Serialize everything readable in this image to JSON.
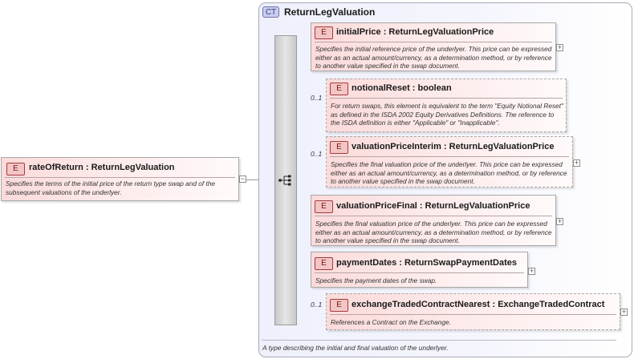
{
  "root_element": {
    "badge": "E",
    "name": "rateOfReturn",
    "type": "ReturnLegValuation",
    "documentation": "Specifies the terms of the initial price of the return type swap and of the subsequent valuations of the underlyer.",
    "collapse_symbol": "−"
  },
  "complex_type": {
    "badge": "CT",
    "name": "ReturnLegValuation",
    "documentation": "A type describing the initial and final valuation of the underlyer."
  },
  "child_elements": [
    {
      "badge": "E",
      "name": "initialPrice",
      "type": "ReturnLegValuationPrice",
      "cardinality": "",
      "documentation": "Specifies the initial reference price of the underlyer. This price can be expressed either as an actual amount/currency, as a determination method, or by reference to another value specified in the swap document.",
      "expand_symbol": "+"
    },
    {
      "badge": "E",
      "name": "notionalReset",
      "type": "boolean",
      "cardinality": "0..1",
      "documentation": "For return swaps, this element is equivalent to the term \"Equity Notional Reset\" as defined in the ISDA 2002 Equity Derivatives Definitions. The reference to the ISDA definition is either \"Applicable\" or \"Inapplicable\".",
      "expand_symbol": ""
    },
    {
      "badge": "E",
      "name": "valuationPriceInterim",
      "type": "ReturnLegValuationPrice",
      "cardinality": "0..1",
      "documentation": "Specifies the final valuation price of the underlyer. This price can be expressed either as an actual amount/currency, as a determination method, or by reference to another value specified in the swap document.",
      "expand_symbol": "+"
    },
    {
      "badge": "E",
      "name": "valuationPriceFinal",
      "type": "ReturnLegValuationPrice",
      "cardinality": "",
      "documentation": "Specifies the final valuation price of the underlyer. This price can be expressed either as an actual amount/currency, as a determination method, or by reference to another value specified in the swap document.",
      "expand_symbol": "+"
    },
    {
      "badge": "E",
      "name": "paymentDates",
      "type": "ReturnSwapPaymentDates",
      "cardinality": "",
      "documentation": "Specifies the payment dates of the swap.",
      "expand_symbol": "+"
    },
    {
      "badge": "E",
      "name": "exchangeTradedContractNearest",
      "type": "ExchangeTradedContract",
      "cardinality": "0..1",
      "documentation": "References a Contract on the Exchange.",
      "expand_symbol": "+"
    }
  ],
  "sequence_compositor": {
    "icon": "sequence-icon"
  }
}
